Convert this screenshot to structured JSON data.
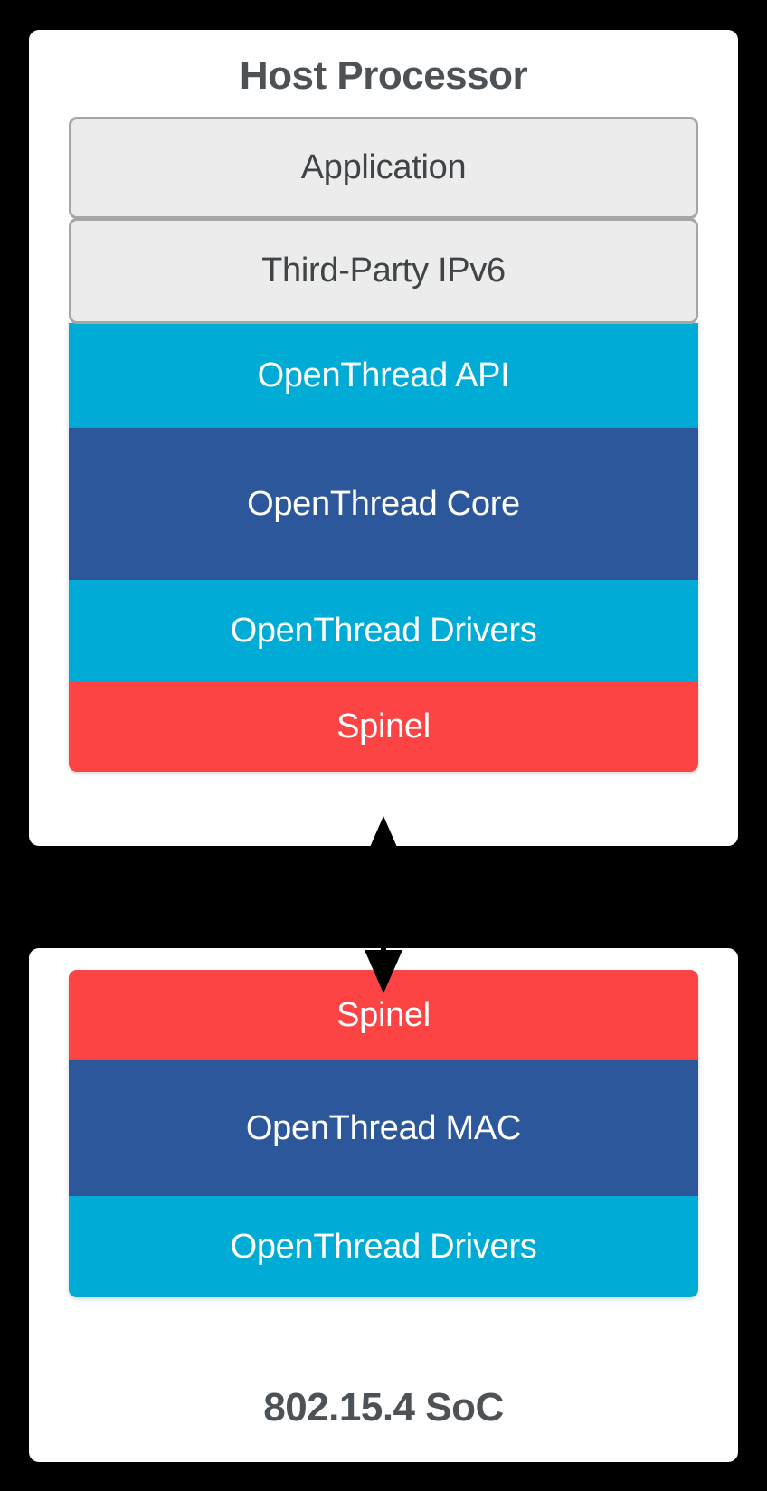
{
  "diagram": {
    "type": "layered-architecture",
    "background_color": "#000000",
    "panel_color": "#ffffff",
    "palette": {
      "cyan": "#00ABD6",
      "navy": "#2D579B",
      "red": "#FC4444",
      "neutral_fill": "#ECECEC",
      "neutral_border": "#A6A6A6",
      "caption_text": "#4D5256",
      "layer_text_light": "#FFFFFF",
      "layer_text_dark": "#3F4447",
      "connector": "#000000"
    },
    "panels": [
      {
        "id": "host-processor",
        "caption": "Host Processor",
        "caption_position": "top",
        "layers": [
          {
            "label": "Application",
            "style": "neutral",
            "text_color": "#3F4447",
            "height": 113
          },
          {
            "label": "Third-Party IPv6",
            "style": "neutral",
            "text_color": "#3F4447",
            "height": 117
          },
          {
            "label": "OpenThread API",
            "style": "cyan",
            "text_color": "#FFFFFF",
            "height": 116
          },
          {
            "label": "OpenThread Core",
            "style": "navy",
            "text_color": "#FFFFFF",
            "height": 168
          },
          {
            "label": "OpenThread Drivers",
            "style": "cyan",
            "text_color": "#FFFFFF",
            "height": 112
          },
          {
            "label": "Spinel",
            "style": "red",
            "text_color": "#FFFFFF",
            "height": 100
          }
        ]
      },
      {
        "id": "802-15-4-soc",
        "caption": "802.15.4 SoC",
        "caption_position": "bottom",
        "layers": [
          {
            "label": "Spinel",
            "style": "red",
            "text_color": "#FFFFFF",
            "height": 100
          },
          {
            "label": "OpenThread MAC",
            "style": "navy",
            "text_color": "#FFFFFF",
            "height": 150
          },
          {
            "label": "OpenThread Drivers",
            "style": "cyan",
            "text_color": "#FFFFFF",
            "height": 112
          }
        ]
      }
    ],
    "connector": {
      "name": "spinel-link",
      "kind": "double-headed-arrow",
      "orientation": "vertical",
      "from": "Spinel (Host Processor)",
      "to": "Spinel (802.15.4 SoC)",
      "color": "#000000"
    }
  }
}
